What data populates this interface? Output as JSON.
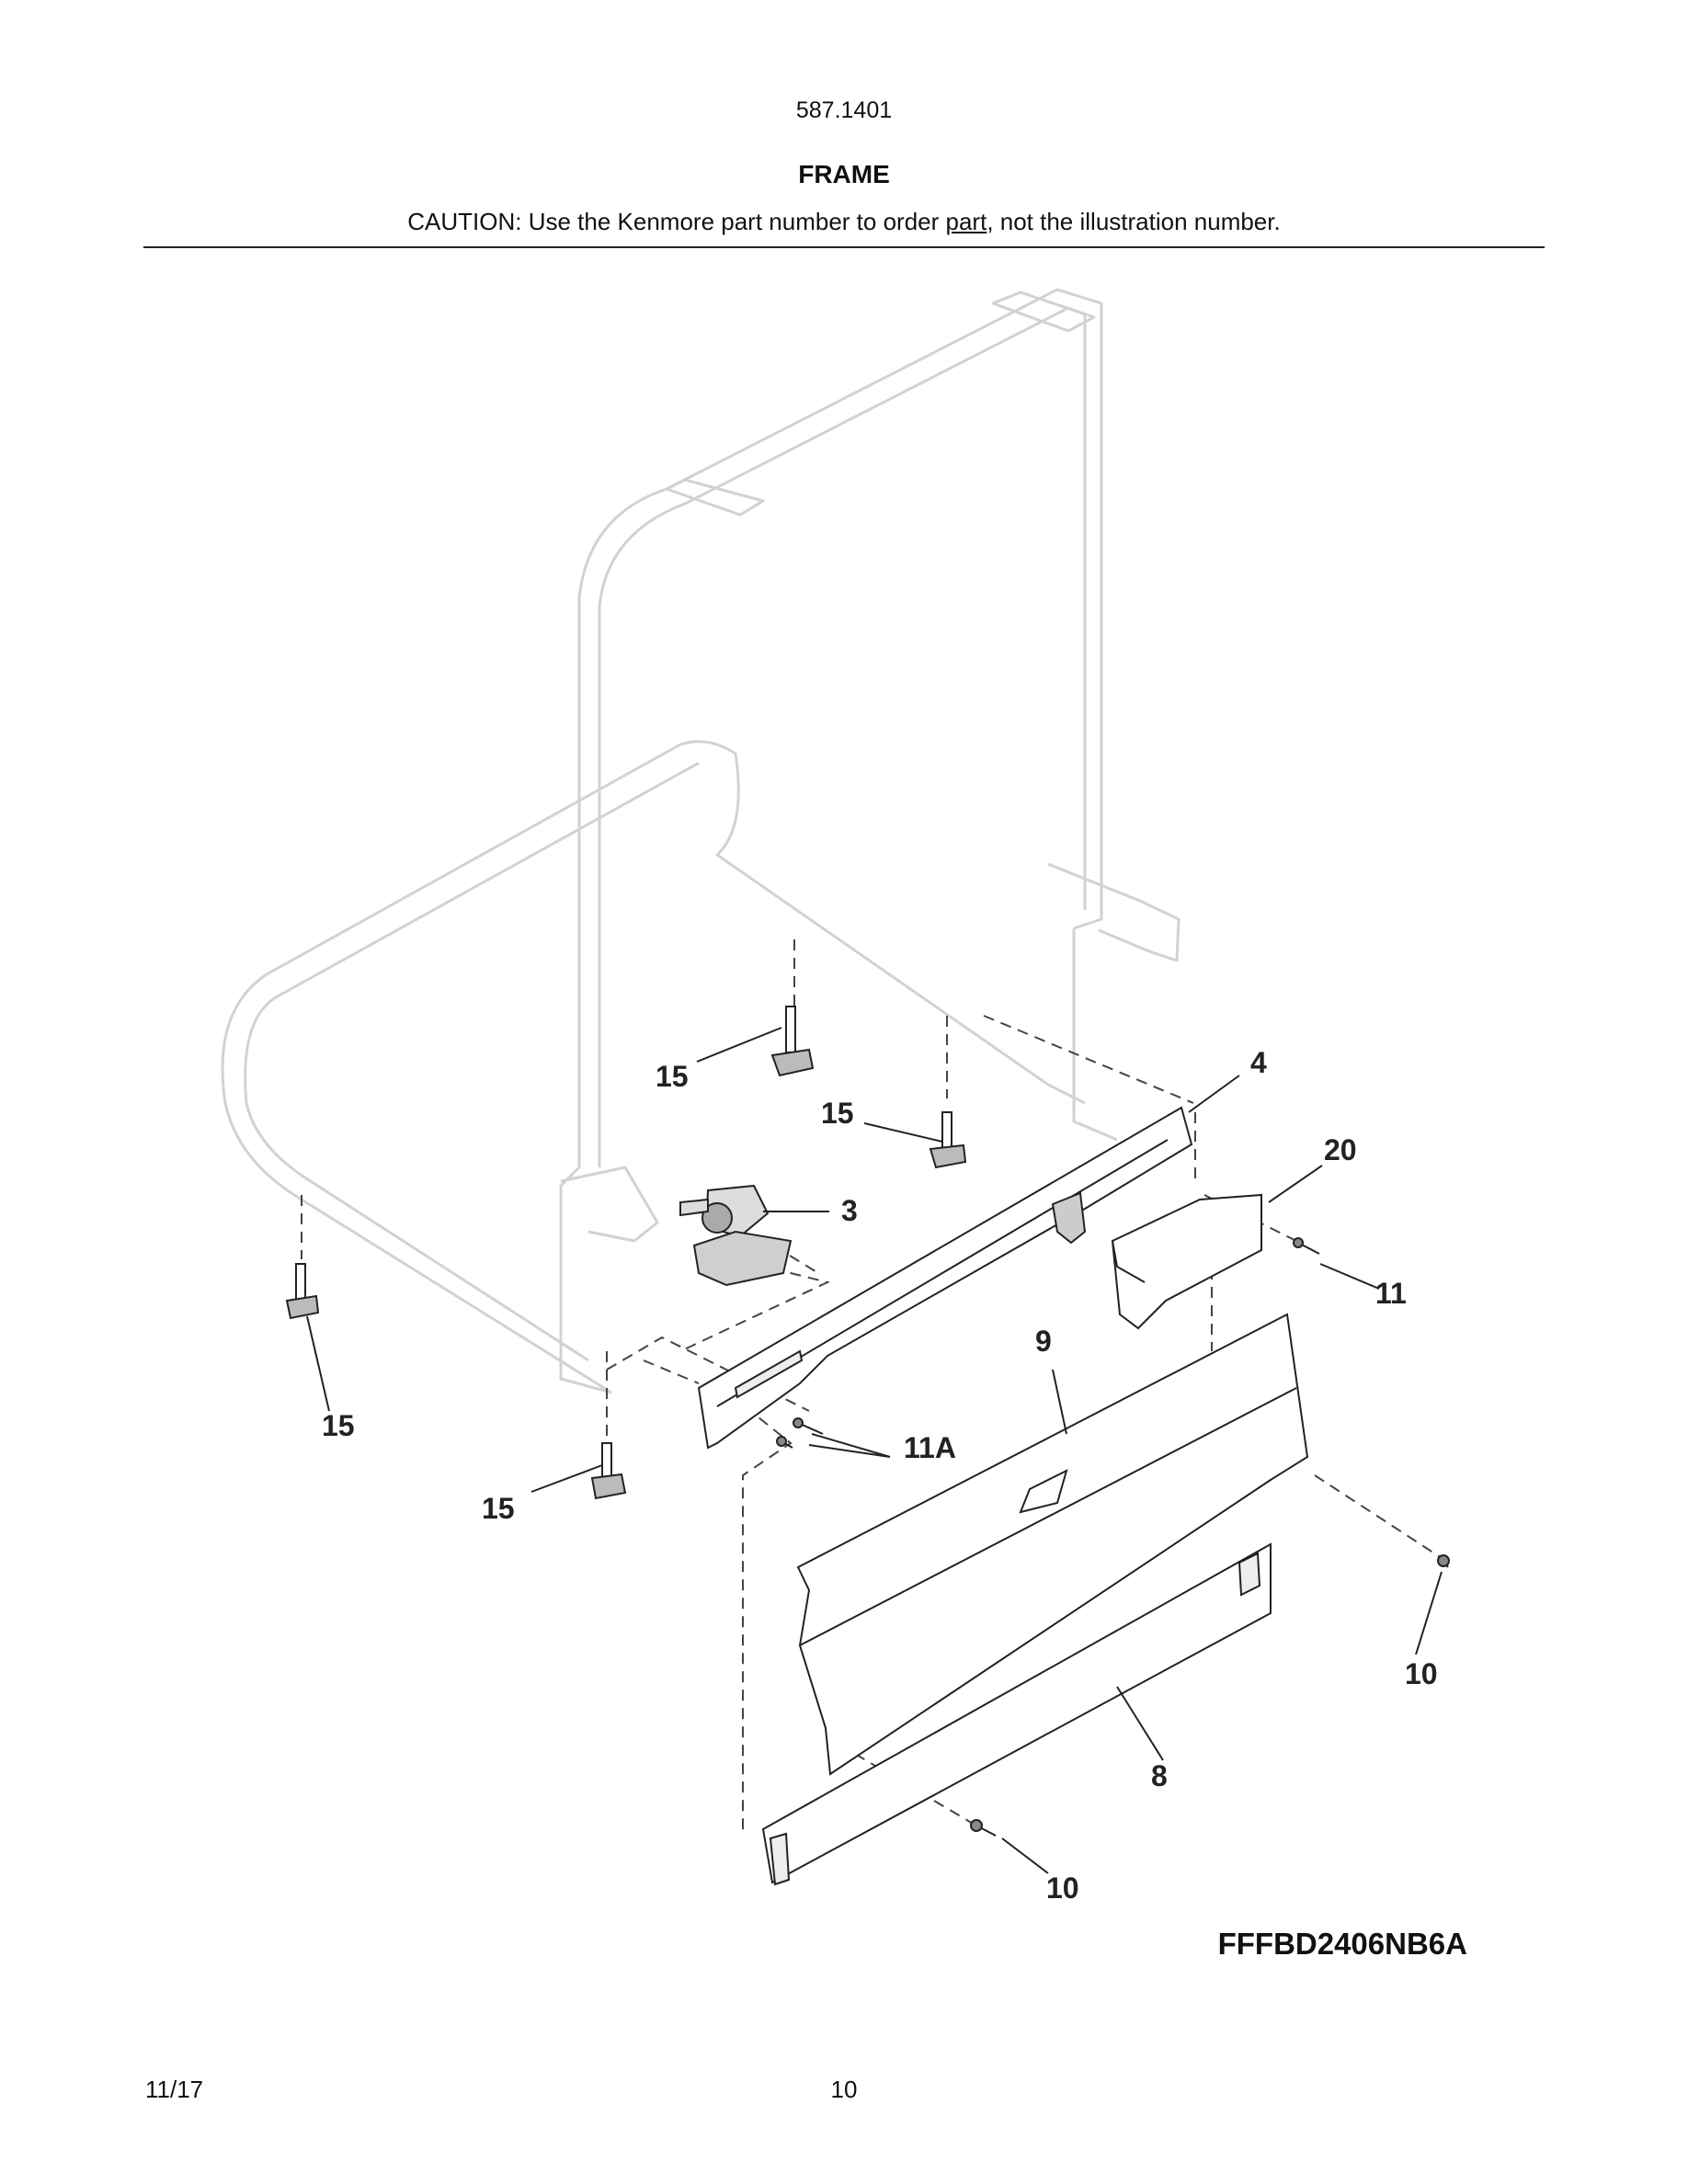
{
  "header": {
    "model_number": "587.1401",
    "section_title": "FRAME",
    "caution_before": "CAUTION: Use the Kenmore part number to order ",
    "caution_underlined": "part",
    "caution_after": ", not the illustration number."
  },
  "diagram": {
    "callouts": [
      {
        "id": "c15a",
        "label": "15"
      },
      {
        "id": "c15b",
        "label": "15"
      },
      {
        "id": "c4",
        "label": "4"
      },
      {
        "id": "c20",
        "label": "20"
      },
      {
        "id": "c3",
        "label": "3"
      },
      {
        "id": "c11",
        "label": "11"
      },
      {
        "id": "c9",
        "label": "9"
      },
      {
        "id": "c15c",
        "label": "15"
      },
      {
        "id": "c11a",
        "label": "11A"
      },
      {
        "id": "c15d",
        "label": "15"
      },
      {
        "id": "c10a",
        "label": "10"
      },
      {
        "id": "c8",
        "label": "8"
      },
      {
        "id": "c10b",
        "label": "10"
      }
    ],
    "model_code": "FFFBD2406NB6A"
  },
  "footer": {
    "date": "11/17",
    "page_number": "10"
  }
}
